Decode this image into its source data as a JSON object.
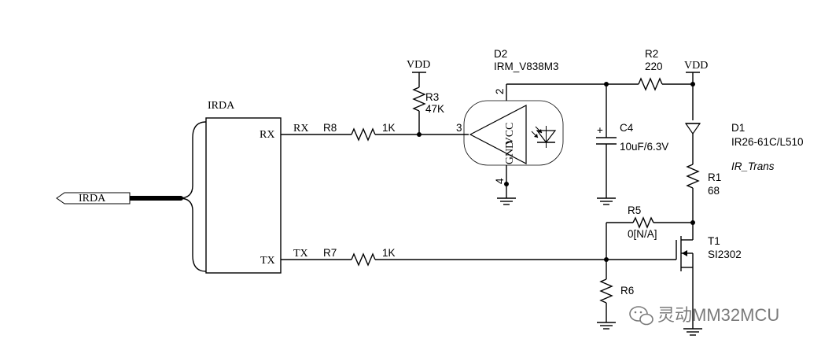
{
  "irda_block": {
    "title": "IRDA",
    "pin_rx": "RX",
    "pin_tx": "TX"
  },
  "connector": {
    "label": "IRDA"
  },
  "nets": {
    "rx": "RX",
    "tx": "TX"
  },
  "resistors": {
    "r8": {
      "ref": "R8",
      "value": "1K"
    },
    "r7": {
      "ref": "R7",
      "value": "1K"
    },
    "r3": {
      "ref": "R3",
      "value": "47K"
    },
    "r2": {
      "ref": "R2",
      "value": "220"
    },
    "r1": {
      "ref": "R1",
      "value": "68"
    },
    "r5": {
      "ref": "R5",
      "value": "0[N/A]"
    },
    "r6": {
      "ref": "R6"
    }
  },
  "power": {
    "vdd_left": "VDD",
    "vdd_right": "VDD"
  },
  "receiver": {
    "ref": "D2",
    "part": "IRM_V838M3",
    "pin_vcc": "VCC",
    "pin_gnd": "GND",
    "pin2": "2",
    "pin3": "3",
    "pin4": "4"
  },
  "capacitor": {
    "ref": "C4",
    "value": "10uF/6.3V",
    "polarity": "+"
  },
  "led": {
    "ref": "D1",
    "part": "IR26-61C/L510",
    "desc": "IR_Trans"
  },
  "transistor": {
    "ref": "T1",
    "part": "SI2302"
  },
  "watermark": {
    "text": "灵动MM32MCU"
  }
}
